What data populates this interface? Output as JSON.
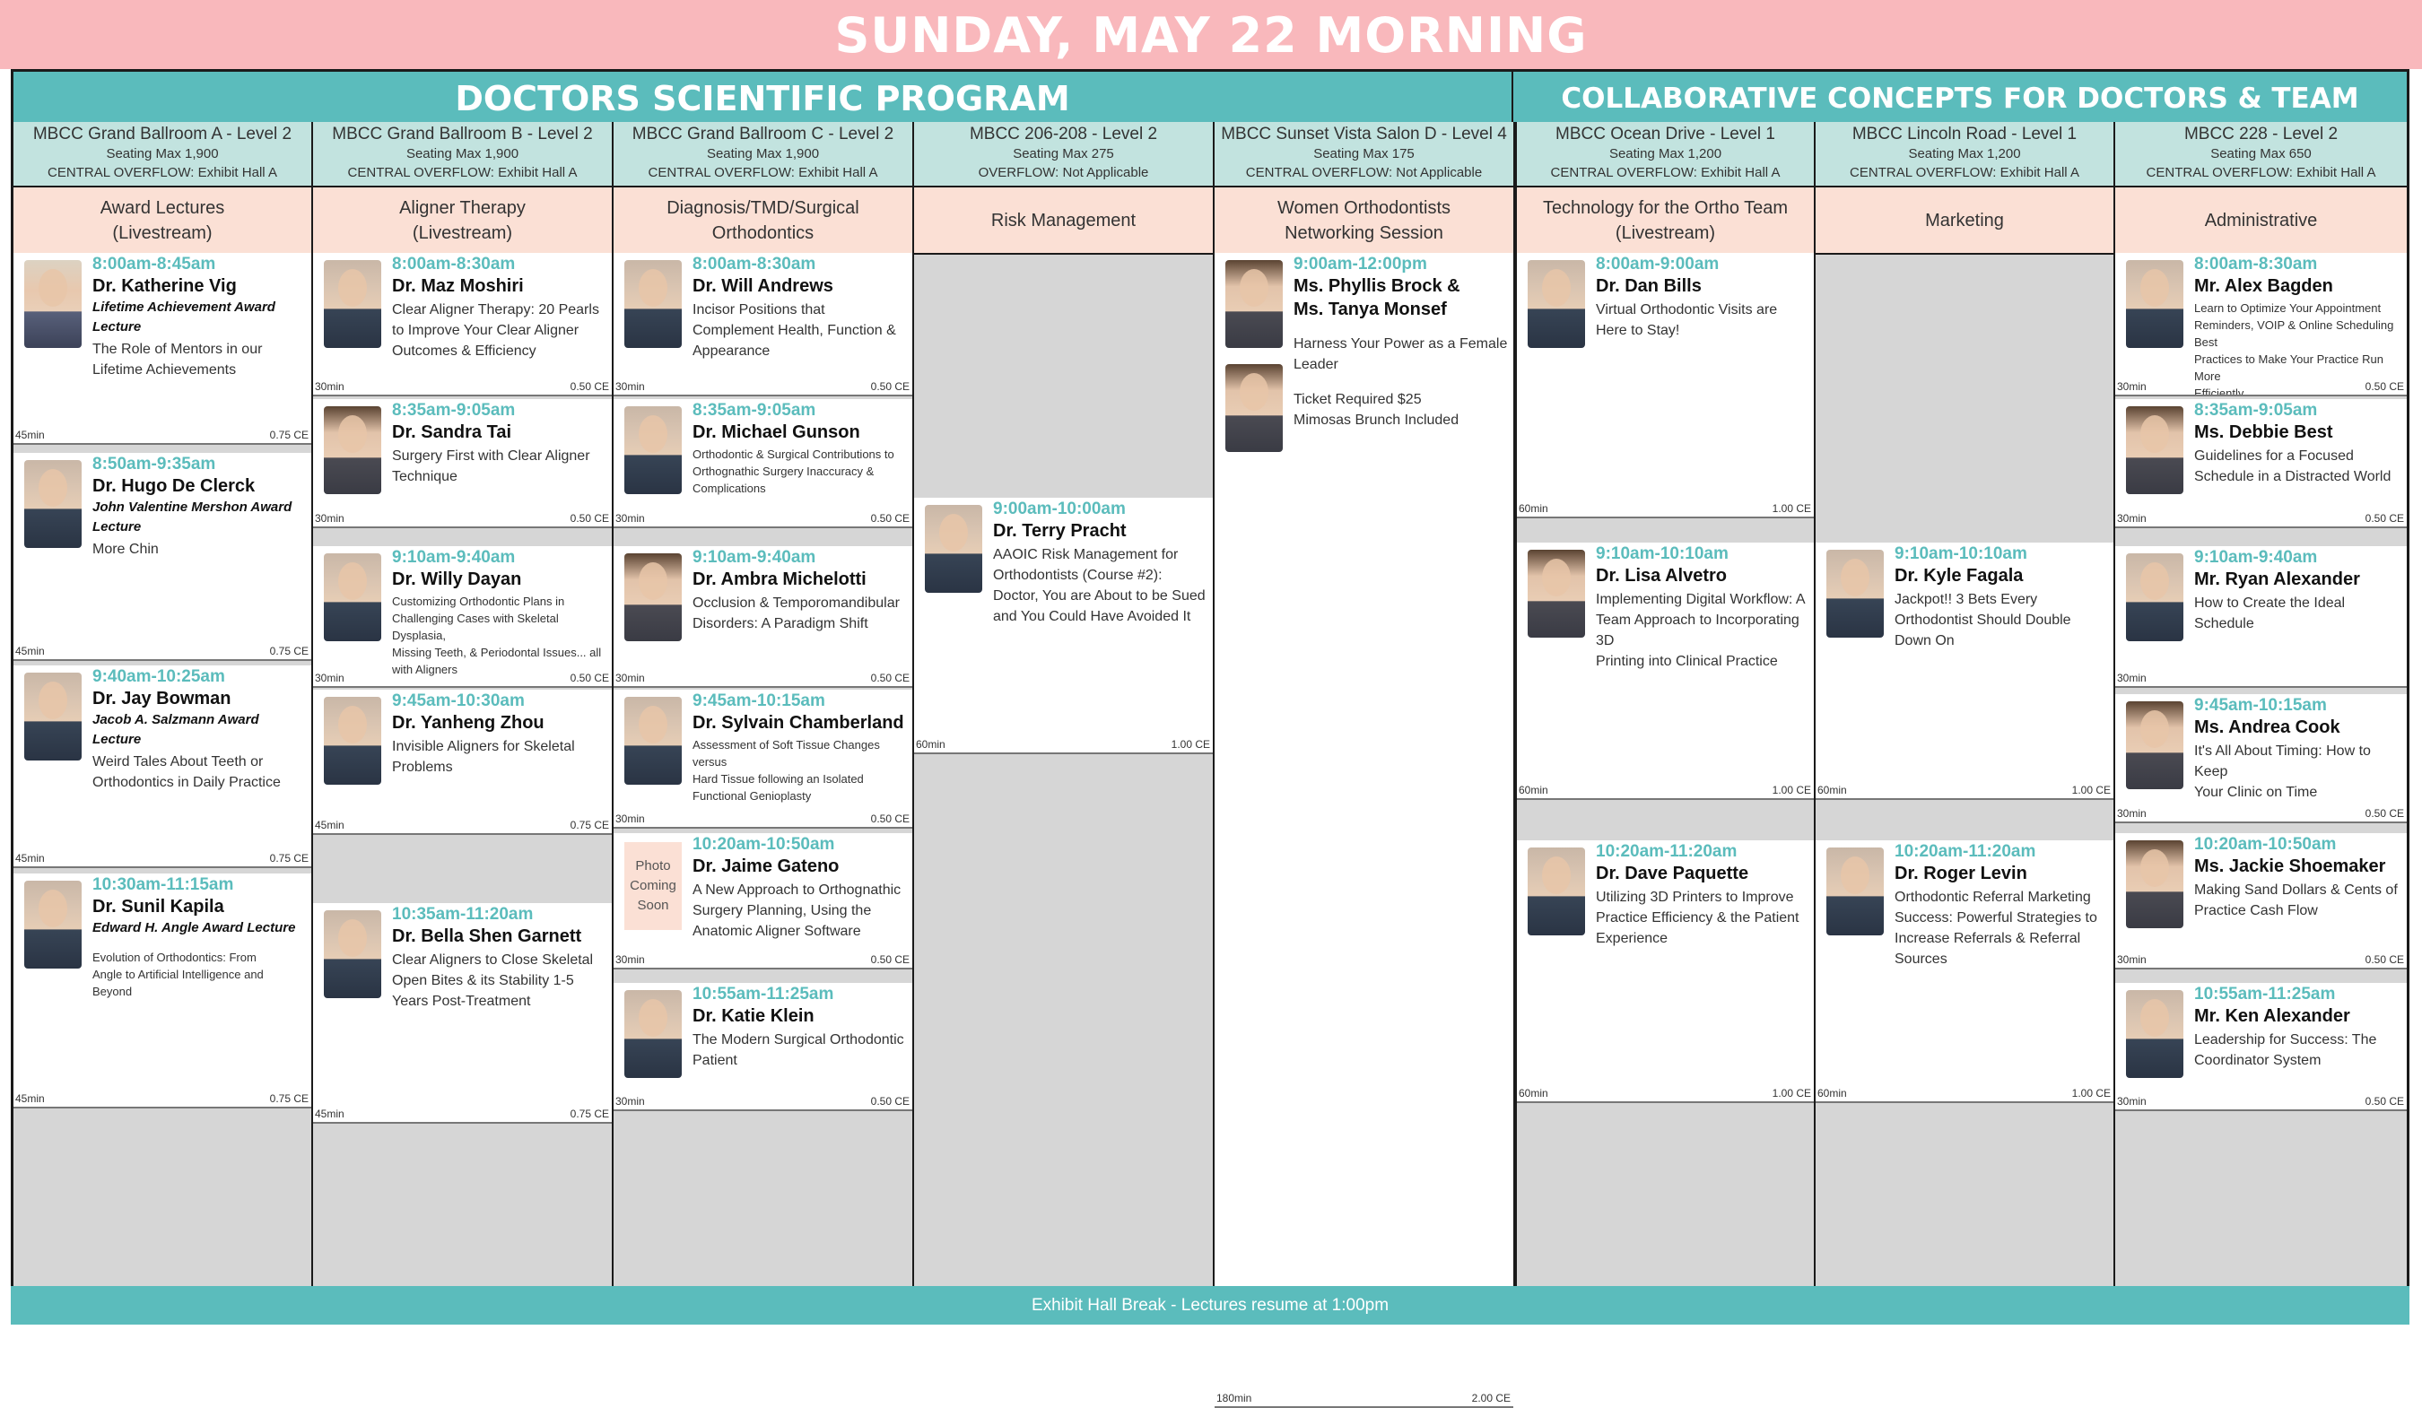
{
  "page_title": "SUNDAY, MAY 22 MORNING",
  "sections": {
    "doctors": "DOCTORS SCIENTIFIC PROGRAM",
    "collab": "COLLABORATIVE CONCEPTS FOR DOCTORS & TEAM"
  },
  "footer": "Exhibit Hall Break - Lectures resume at 1:00pm",
  "columns": [
    {
      "room": "MBCC Grand Ballroom A - Level 2",
      "seating": "Seating Max 1,900",
      "overflow": "CENTRAL OVERFLOW: Exhibit Hall A",
      "track": [
        "Award Lectures",
        "(Livestream)"
      ],
      "sessions": [
        {
          "time": "8:00am-8:45am",
          "speaker": "Dr. Katherine Vig",
          "award": [
            "Lifetime Achievement Award",
            "Lecture"
          ],
          "title": [
            "The Role of Mentors in our",
            "Lifetime Achievements"
          ],
          "duration": "45min",
          "ce": "0.75 CE"
        },
        {
          "time": "8:50am-9:35am",
          "speaker": "Dr. Hugo De Clerck",
          "award": [
            "John Valentine Mershon Award",
            "Lecture"
          ],
          "title": [
            "More Chin"
          ],
          "duration": "45min",
          "ce": "0.75 CE"
        },
        {
          "time": "9:40am-10:25am",
          "speaker": "Dr. Jay Bowman",
          "award": [
            "Jacob A. Salzmann Award",
            "Lecture"
          ],
          "title": [
            "Weird Tales About Teeth or",
            "Orthodontics in Daily Practice"
          ],
          "duration": "45min",
          "ce": "0.75 CE"
        },
        {
          "time": "10:30am-11:15am",
          "speaker": "Dr. Sunil Kapila",
          "award": [
            "Edward H. Angle Award Lecture"
          ],
          "title": [
            "Evolution of Orthodontics: From",
            "Angle to Artificial Intelligence and",
            "Beyond"
          ],
          "duration": "45min",
          "ce": "0.75 CE"
        }
      ]
    },
    {
      "room": "MBCC Grand Ballroom B - Level 2",
      "seating": "Seating Max 1,900",
      "overflow": "CENTRAL OVERFLOW: Exhibit Hall A",
      "track": [
        "Aligner Therapy",
        "(Livestream)"
      ],
      "sessions": [
        {
          "time": "8:00am-8:30am",
          "speaker": "Dr. Maz Moshiri",
          "title": [
            "Clear Aligner Therapy: 20 Pearls",
            "to Improve Your Clear Aligner",
            "Outcomes & Efficiency"
          ],
          "duration": "30min",
          "ce": "0.50 CE"
        },
        {
          "time": "8:35am-9:05am",
          "speaker": "Dr. Sandra Tai",
          "title": [
            "Surgery First with Clear Aligner",
            "Technique"
          ],
          "duration": "30min",
          "ce": "0.50 CE"
        },
        {
          "time": "9:10am-9:40am",
          "speaker": "Dr. Willy Dayan",
          "title": [
            "Customizing Orthodontic Plans in",
            "Challenging Cases with Skeletal Dysplasia,",
            "Missing Teeth, & Periodontal Issues... all",
            "with Aligners"
          ],
          "duration": "30min",
          "ce": "0.50 CE"
        },
        {
          "time": "9:45am-10:30am",
          "speaker": "Dr. Yanheng Zhou",
          "title": [
            "Invisible Aligners for Skeletal",
            "Problems"
          ],
          "duration": "45min",
          "ce": "0.75 CE"
        },
        {
          "time": "10:35am-11:20am",
          "speaker": "Dr. Bella Shen Garnett",
          "title": [
            "Clear Aligners to Close Skeletal",
            "Open Bites & its Stability 1-5",
            "Years Post-Treatment"
          ],
          "duration": "45min",
          "ce": "0.75 CE"
        }
      ]
    },
    {
      "room": "MBCC Grand Ballroom C - Level 2",
      "seating": "Seating Max 1,900",
      "overflow": "CENTRAL OVERFLOW: Exhibit Hall A",
      "track": [
        "Diagnosis/TMD/Surgical Orthodontics"
      ],
      "sessions": [
        {
          "time": "8:00am-8:30am",
          "speaker": "Dr. Will Andrews",
          "title": [
            "Incisor Positions that",
            "Complement Health, Function &",
            "Appearance"
          ],
          "duration": "30min",
          "ce": "0.50 CE"
        },
        {
          "time": "8:35am-9:05am",
          "speaker": "Dr. Michael Gunson",
          "title": [
            "Orthodontic & Surgical Contributions to",
            "Orthognathic Surgery Inaccuracy &",
            "Complications"
          ],
          "duration": "30min",
          "ce": "0.50 CE"
        },
        {
          "time": "9:10am-9:40am",
          "speaker": "Dr. Ambra Michelotti",
          "title": [
            "Occlusion & Temporomandibular",
            "Disorders: A Paradigm Shift"
          ],
          "duration": "30min",
          "ce": "0.50 CE"
        },
        {
          "time": "9:45am-10:15am",
          "speaker": "Dr. Sylvain Chamberland",
          "title": [
            "Assessment of Soft Tissue Changes versus",
            "Hard Tissue following an Isolated",
            "Functional Genioplasty"
          ],
          "duration": "30min",
          "ce": "0.50 CE"
        },
        {
          "time": "10:20am-10:50am",
          "speaker": "Dr. Jaime Gateno",
          "placeholder": [
            "Photo",
            "Coming",
            "Soon"
          ],
          "title": [
            "A New Approach to Orthognathic",
            "Surgery Planning, Using the",
            "Anatomic Aligner Software"
          ],
          "duration": "30min",
          "ce": "0.50 CE"
        },
        {
          "time": "10:55am-11:25am",
          "speaker": "Dr. Katie Klein",
          "title": [
            "The Modern Surgical Orthodontic",
            "Patient"
          ],
          "duration": "30min",
          "ce": "0.50 CE"
        }
      ]
    },
    {
      "room": "MBCC 206-208 - Level 2",
      "seating": "Seating Max 275",
      "overflow": "OVERFLOW: Not Applicable",
      "track": [
        "Risk Management"
      ],
      "sessions": [
        {
          "time": "9:00am-10:00am",
          "speaker": "Dr. Terry Pracht",
          "title": [
            "AAOIC Risk Management for",
            "Orthodontists (Course #2):",
            "Doctor, You are About to be Sued",
            "and You Could Have Avoided It"
          ],
          "duration": "60min",
          "ce": "1.00 CE"
        }
      ]
    },
    {
      "room": "MBCC Sunset Vista Salon D - Level 4",
      "seating": "Seating Max 175",
      "overflow": "CENTRAL OVERFLOW: Not Applicable",
      "track": [
        "Women Orthodontists",
        "Networking Session"
      ],
      "sessions": [
        {
          "time": "9:00am-12:00pm",
          "speaker": "Ms. Phyllis Brock &",
          "speaker2": "Ms. Tanya Monsef",
          "title": [
            "Harness Your Power as a Female",
            "Leader"
          ],
          "extra": [
            "Ticket Required $25",
            "Mimosas Brunch Included"
          ],
          "duration": "180min",
          "ce": "2.00 CE"
        }
      ]
    },
    {
      "room": "MBCC Ocean Drive - Level 1",
      "seating": "Seating Max 1,200",
      "overflow": "CENTRAL OVERFLOW: Exhibit Hall A",
      "track": [
        "Technology for the Ortho Team",
        "(Livestream)"
      ],
      "sessions": [
        {
          "time": "8:00am-9:00am",
          "speaker": "Dr. Dan Bills",
          "title": [
            "Virtual Orthodontic Visits are",
            "Here to Stay!"
          ],
          "duration": "60min",
          "ce": "1.00 CE"
        },
        {
          "time": "9:10am-10:10am",
          "speaker": "Dr. Lisa Alvetro",
          "title": [
            "Implementing Digital Workflow: A",
            "Team Approach to Incorporating 3D",
            "Printing into Clinical Practice"
          ],
          "duration": "60min",
          "ce": "1.00 CE"
        },
        {
          "time": "10:20am-11:20am",
          "speaker": "Dr. Dave Paquette",
          "title": [
            "Utilizing 3D Printers to Improve",
            "Practice Efficiency & the Patient",
            "Experience"
          ],
          "duration": "60min",
          "ce": "1.00 CE"
        }
      ]
    },
    {
      "room": "MBCC Lincoln Road - Level 1",
      "seating": "Seating Max 1,200",
      "overflow": "CENTRAL OVERFLOW: Exhibit Hall A",
      "track": [
        "Marketing"
      ],
      "sessions": [
        {
          "time": "9:10am-10:10am",
          "speaker": "Dr. Kyle Fagala",
          "title": [
            "Jackpot!! 3 Bets Every",
            "Orthodontist Should Double",
            "Down On"
          ],
          "duration": "60min",
          "ce": "1.00 CE"
        },
        {
          "time": "10:20am-11:20am",
          "speaker": "Dr. Roger Levin",
          "title": [
            "Orthodontic Referral Marketing",
            "Success: Powerful Strategies to",
            "Increase Referrals & Referral",
            "Sources"
          ],
          "duration": "60min",
          "ce": "1.00 CE"
        }
      ]
    },
    {
      "room": "MBCC 228 - Level 2",
      "seating": "Seating Max 650",
      "overflow": "CENTRAL OVERFLOW: Exhibit Hall A",
      "track": [
        "Administrative"
      ],
      "sessions": [
        {
          "time": "8:00am-8:30am",
          "speaker": "Mr. Alex Bagden",
          "title": [
            "Learn to Optimize Your Appointment",
            "Reminders, VOIP & Online Scheduling Best",
            "Practices to Make Your Practice Run More",
            "Efficiently"
          ],
          "duration": "30min",
          "ce": "0.50 CE"
        },
        {
          "time": "8:35am-9:05am",
          "speaker": "Ms. Debbie Best",
          "title": [
            "Guidelines for a Focused",
            "Schedule in a Distracted World"
          ],
          "duration": "30min",
          "ce": "0.50 CE"
        },
        {
          "time": "9:10am-9:40am",
          "speaker": "Mr. Ryan Alexander",
          "title": [
            "How to Create the Ideal Schedule"
          ],
          "duration": "30min",
          "ce": ""
        },
        {
          "time": "9:45am-10:15am",
          "speaker": "Ms. Andrea Cook",
          "title": [
            "It's All About Timing: How to Keep",
            "Your Clinic on Time"
          ],
          "duration": "30min",
          "ce": "0.50 CE"
        },
        {
          "time": "10:20am-10:50am",
          "speaker": "Ms. Jackie Shoemaker",
          "title": [
            "Making Sand Dollars & Cents of",
            "Practice Cash Flow"
          ],
          "duration": "30min",
          "ce": "0.50 CE"
        },
        {
          "time": "10:55am-11:25am",
          "speaker": "Mr. Ken Alexander",
          "title": [
            "Leadership for Success: The",
            "Coordinator System"
          ],
          "duration": "30min",
          "ce": "0.50 CE"
        }
      ]
    }
  ]
}
